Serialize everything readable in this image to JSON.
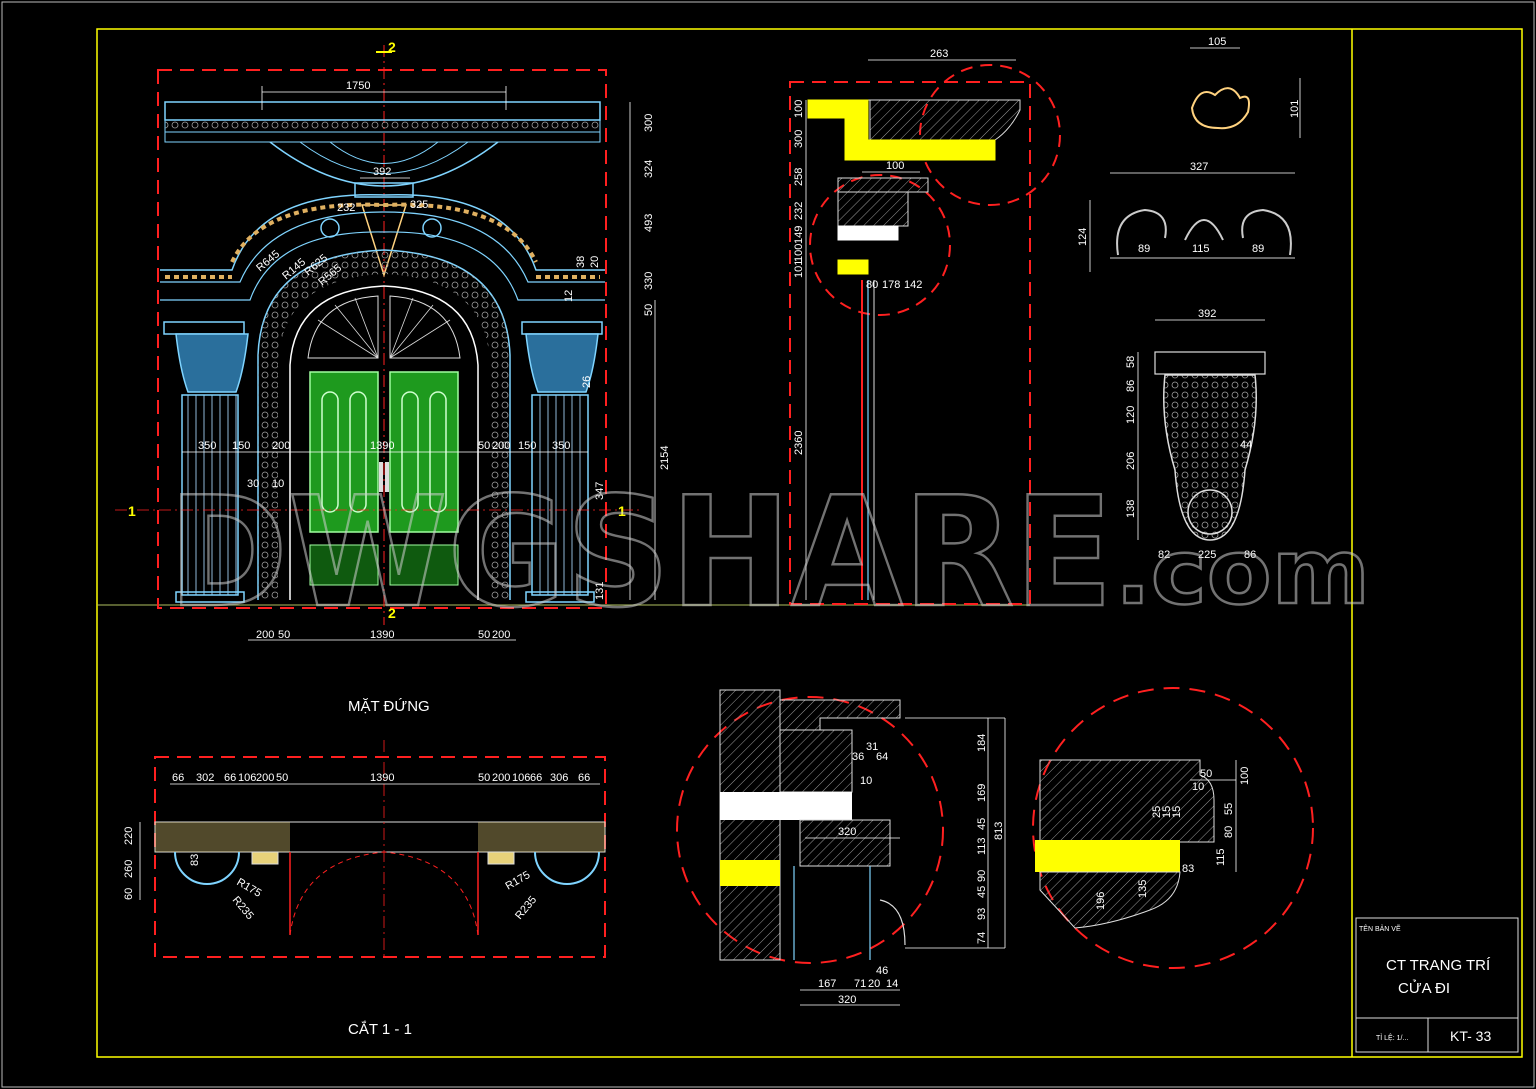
{
  "labels": {
    "elevation_title": "MẶT ĐỨNG",
    "section_title": "CẮT 1 - 1",
    "section_mark_top": "2",
    "section_mark_bottom": "2",
    "cut_mark_left": "1",
    "cut_mark_right": "1"
  },
  "title_block": {
    "drawing_name_label": "TÊN BẢN VẼ",
    "drawing_name_line1": "CT TRANG TRÍ",
    "drawing_name_line2": "CỬA ĐI",
    "scale_label": "TỈ LỆ: 1/...",
    "sheet_number": "KT- 33"
  },
  "watermark": {
    "brand": "DWGSHARE",
    "suffix": ".com"
  },
  "elevation_dims": {
    "top_width": "1750",
    "keystone": "392",
    "arch_left": "232",
    "arch_right": "325",
    "right_stack": [
      "300",
      "324",
      "493",
      "330",
      "50",
      "2154",
      "347",
      "131"
    ],
    "small_right": [
      "38",
      "20",
      "12",
      "26"
    ],
    "row_mid": [
      "350",
      "150",
      "200",
      "1390",
      "50",
      "200",
      "150",
      "350"
    ],
    "side_small": [
      "30",
      "10"
    ],
    "bottom_row": [
      "200",
      "50",
      "1390",
      "50",
      "200"
    ],
    "radii": [
      "R645",
      "R145",
      "R625",
      "R565"
    ]
  },
  "profile_dims": {
    "top": "263",
    "inner": "100",
    "left_stack": [
      "100",
      "300",
      "258",
      "232",
      "149",
      "100",
      "101"
    ],
    "height": "2360",
    "bottom_row": [
      "80",
      "178",
      "142"
    ]
  },
  "ornament_small": {
    "w": "105",
    "h": "101"
  },
  "ornament_scroll": {
    "w": "327",
    "h": "124",
    "parts": [
      "89",
      "115",
      "89"
    ]
  },
  "bracket": {
    "w": "392",
    "left_stack": [
      "58",
      "86",
      "120",
      "206",
      "138"
    ],
    "right": "44",
    "bottom": [
      "82",
      "225",
      "86"
    ]
  },
  "section_dims": {
    "top_row": [
      "66",
      "302",
      "66",
      "106",
      "200",
      "50",
      "1390",
      "50",
      "200",
      "106",
      "66",
      "306",
      "66"
    ],
    "left_stack": [
      "220",
      "260",
      "60"
    ],
    "small": "83",
    "radii_left": [
      "R175",
      "R235"
    ],
    "radii_right": [
      "R175",
      "R235"
    ]
  },
  "detail_a": {
    "right_stack": [
      "184",
      "169",
      "45",
      "113",
      "90",
      "45",
      "93",
      "74"
    ],
    "total": "813",
    "small": [
      "36",
      "31",
      "64",
      "10"
    ],
    "mid": "320",
    "bottom_row": [
      "167",
      "71",
      "20",
      "46",
      "14"
    ],
    "bottom_total": "320"
  },
  "detail_b": {
    "dims": [
      "50",
      "100",
      "10",
      "25",
      "15",
      "15",
      "55",
      "80",
      "115",
      "83",
      "135",
      "196"
    ]
  },
  "colors": {
    "frame": "#ffff00",
    "dim_line": "#ff0000",
    "ornament": "#7fd4ff",
    "panel_green": "#1fa21f",
    "fill_yellow": "#ffff00",
    "hatch": "#c8c8c8"
  }
}
